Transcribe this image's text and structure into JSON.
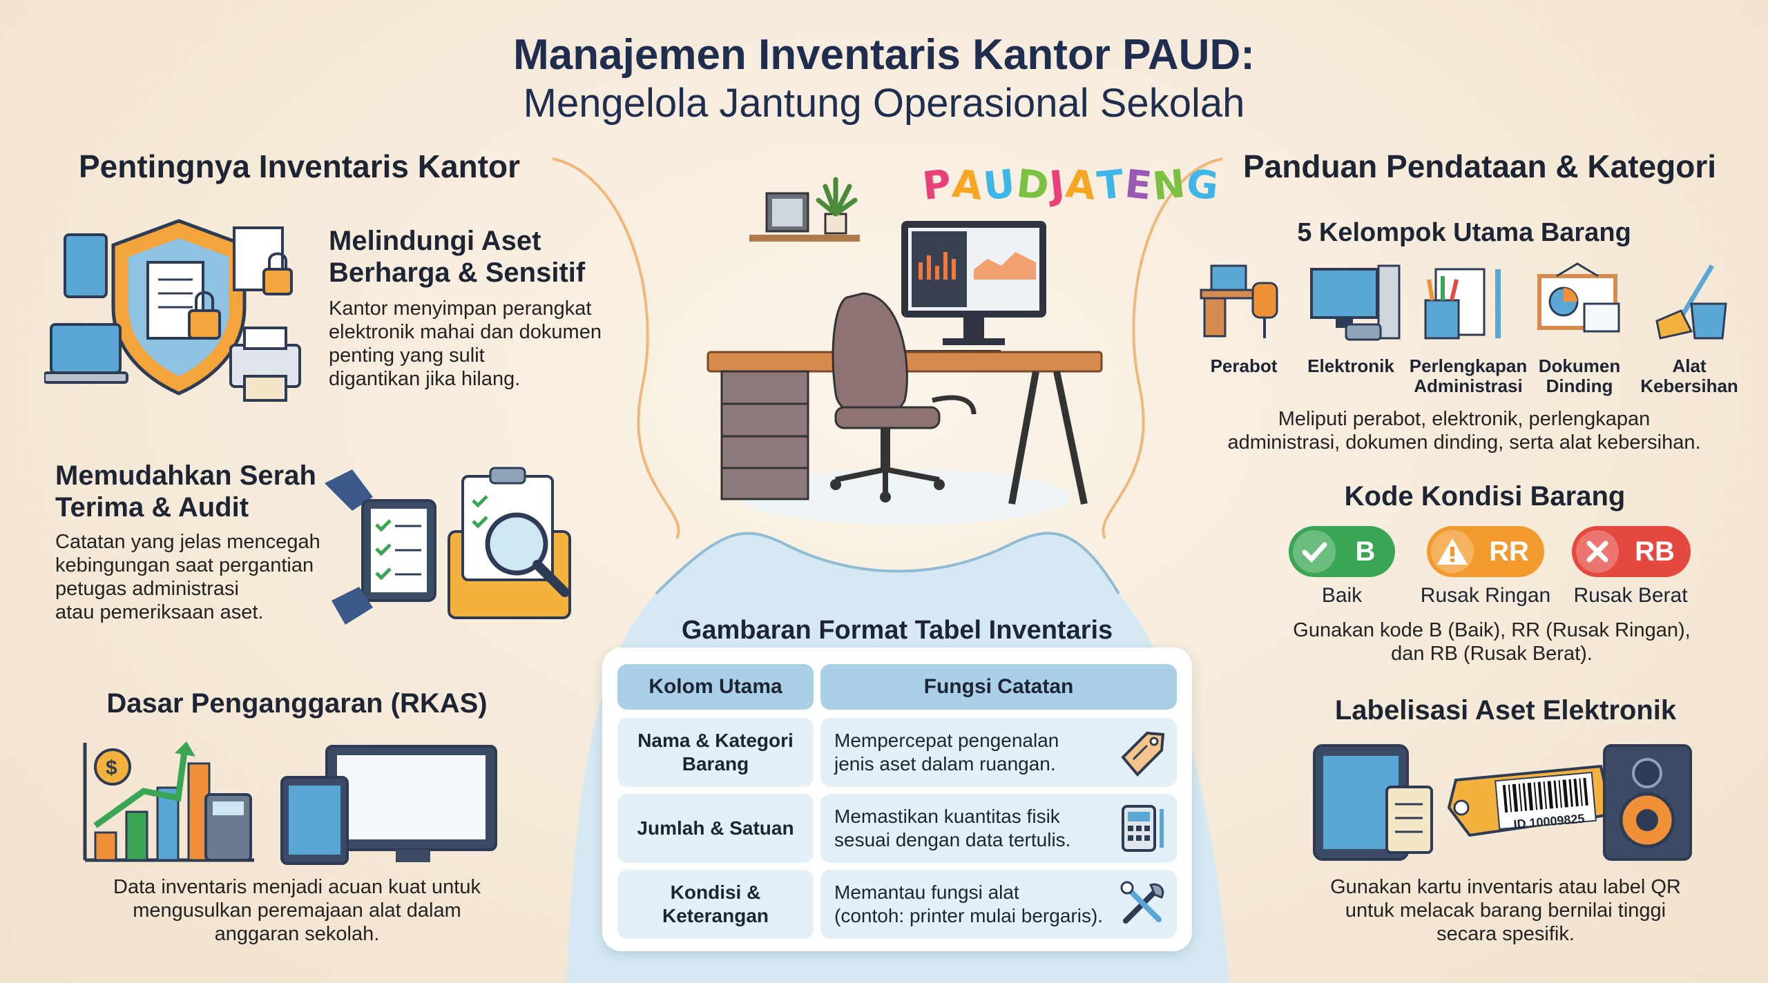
{
  "header": {
    "title": "Manajemen Inventaris Kantor PAUD:",
    "subtitle": "Mengelola Jantung Operasional Sekolah"
  },
  "logo": {
    "text": "PAUDJATENG",
    "letters": [
      "P",
      "A",
      "U",
      "D",
      "J",
      "A",
      "T",
      "E",
      "N",
      "G"
    ],
    "colors": [
      "#e9407a",
      "#f5a623",
      "#3fb6e8",
      "#7bc043",
      "#e9407a",
      "#f5a623",
      "#3fb6e8",
      "#9b59b6",
      "#7bc043",
      "#3fb6e8"
    ]
  },
  "left": {
    "heading": "Pentingnya Inventaris Kantor",
    "item1": {
      "title_l1": "Melindungi Aset",
      "title_l2": "Berharga & Sensitif",
      "lines": [
        "Kantor menyimpan perangkat",
        "elektronik mahai dan dokumen",
        "penting yang sulit",
        "digantikan jika hilang."
      ]
    },
    "item2": {
      "title_l1": "Memudahkan Serah",
      "title_l2": "Terima & Audit",
      "lines": [
        "Catatan yang jelas mencegah",
        "kebingungan saat pergantian",
        "petugas administrasi",
        "atau pemeriksaan aset."
      ]
    },
    "item3": {
      "title": "Dasar Penganggaran (RKAS)",
      "lines": [
        "Data inventaris menjadi acuan kuat untuk",
        "mengusulkan peremajaan alat dalam",
        "anggaran sekolah."
      ]
    }
  },
  "right": {
    "heading": "Panduan Pendataan & Kategori",
    "groups": {
      "title": "5 Kelompok Utama Barang",
      "items": [
        {
          "l1": "Perabot",
          "l2": ""
        },
        {
          "l1": "Elektronik",
          "l2": ""
        },
        {
          "l1": "Perlengkapan",
          "l2": "Administrasi"
        },
        {
          "l1": "Dokumen",
          "l2": "Dinding"
        },
        {
          "l1": "Alat",
          "l2": "Kebersihan"
        }
      ],
      "lines": [
        "Meliputi perabot, elektronik, perlengkapan",
        "administrasi, dokumen dinding, serta alat kebersihan."
      ]
    },
    "kondisi": {
      "title": "Kode Kondisi Barang",
      "codes": [
        {
          "code": "B",
          "label": "Baik",
          "color": "#3aa655"
        },
        {
          "code": "RR",
          "label": "Rusak Ringan",
          "color": "#f29a2e"
        },
        {
          "code": "RB",
          "label": "Rusak Berat",
          "color": "#e5483f"
        }
      ],
      "lines": [
        "Gunakan kode B (Baik), RR (Rusak Ringan),",
        "dan RB (Rusak Berat)."
      ]
    },
    "label": {
      "title": "Labelisasi Aset Elektronik",
      "barcode_id": "ID 10009825",
      "lines": [
        "Gunakan kartu inventaris atau label QR",
        "untuk melacak barang bernilai tinggi",
        "secara spesifik."
      ]
    }
  },
  "table": {
    "title": "Gambaran Format Tabel Inventaris",
    "headers": [
      "Kolom Utama",
      "Fungsi Catatan"
    ],
    "rows": [
      {
        "l1": "Nama & Kategori",
        "l2": "Barang",
        "f1": "Mempercepat pengenalan",
        "f2": "jenis aset dalam ruangan."
      },
      {
        "l1": "Jumlah & Satuan",
        "l2": "",
        "f1": "Memastikan kuantitas fisik",
        "f2": "sesuai dengan data tertulis."
      },
      {
        "l1": "Kondisi &",
        "l2": "Keterangan",
        "f1": "Memantau fungsi alat",
        "f2": "(contoh: printer mulai bergaris)."
      }
    ]
  }
}
